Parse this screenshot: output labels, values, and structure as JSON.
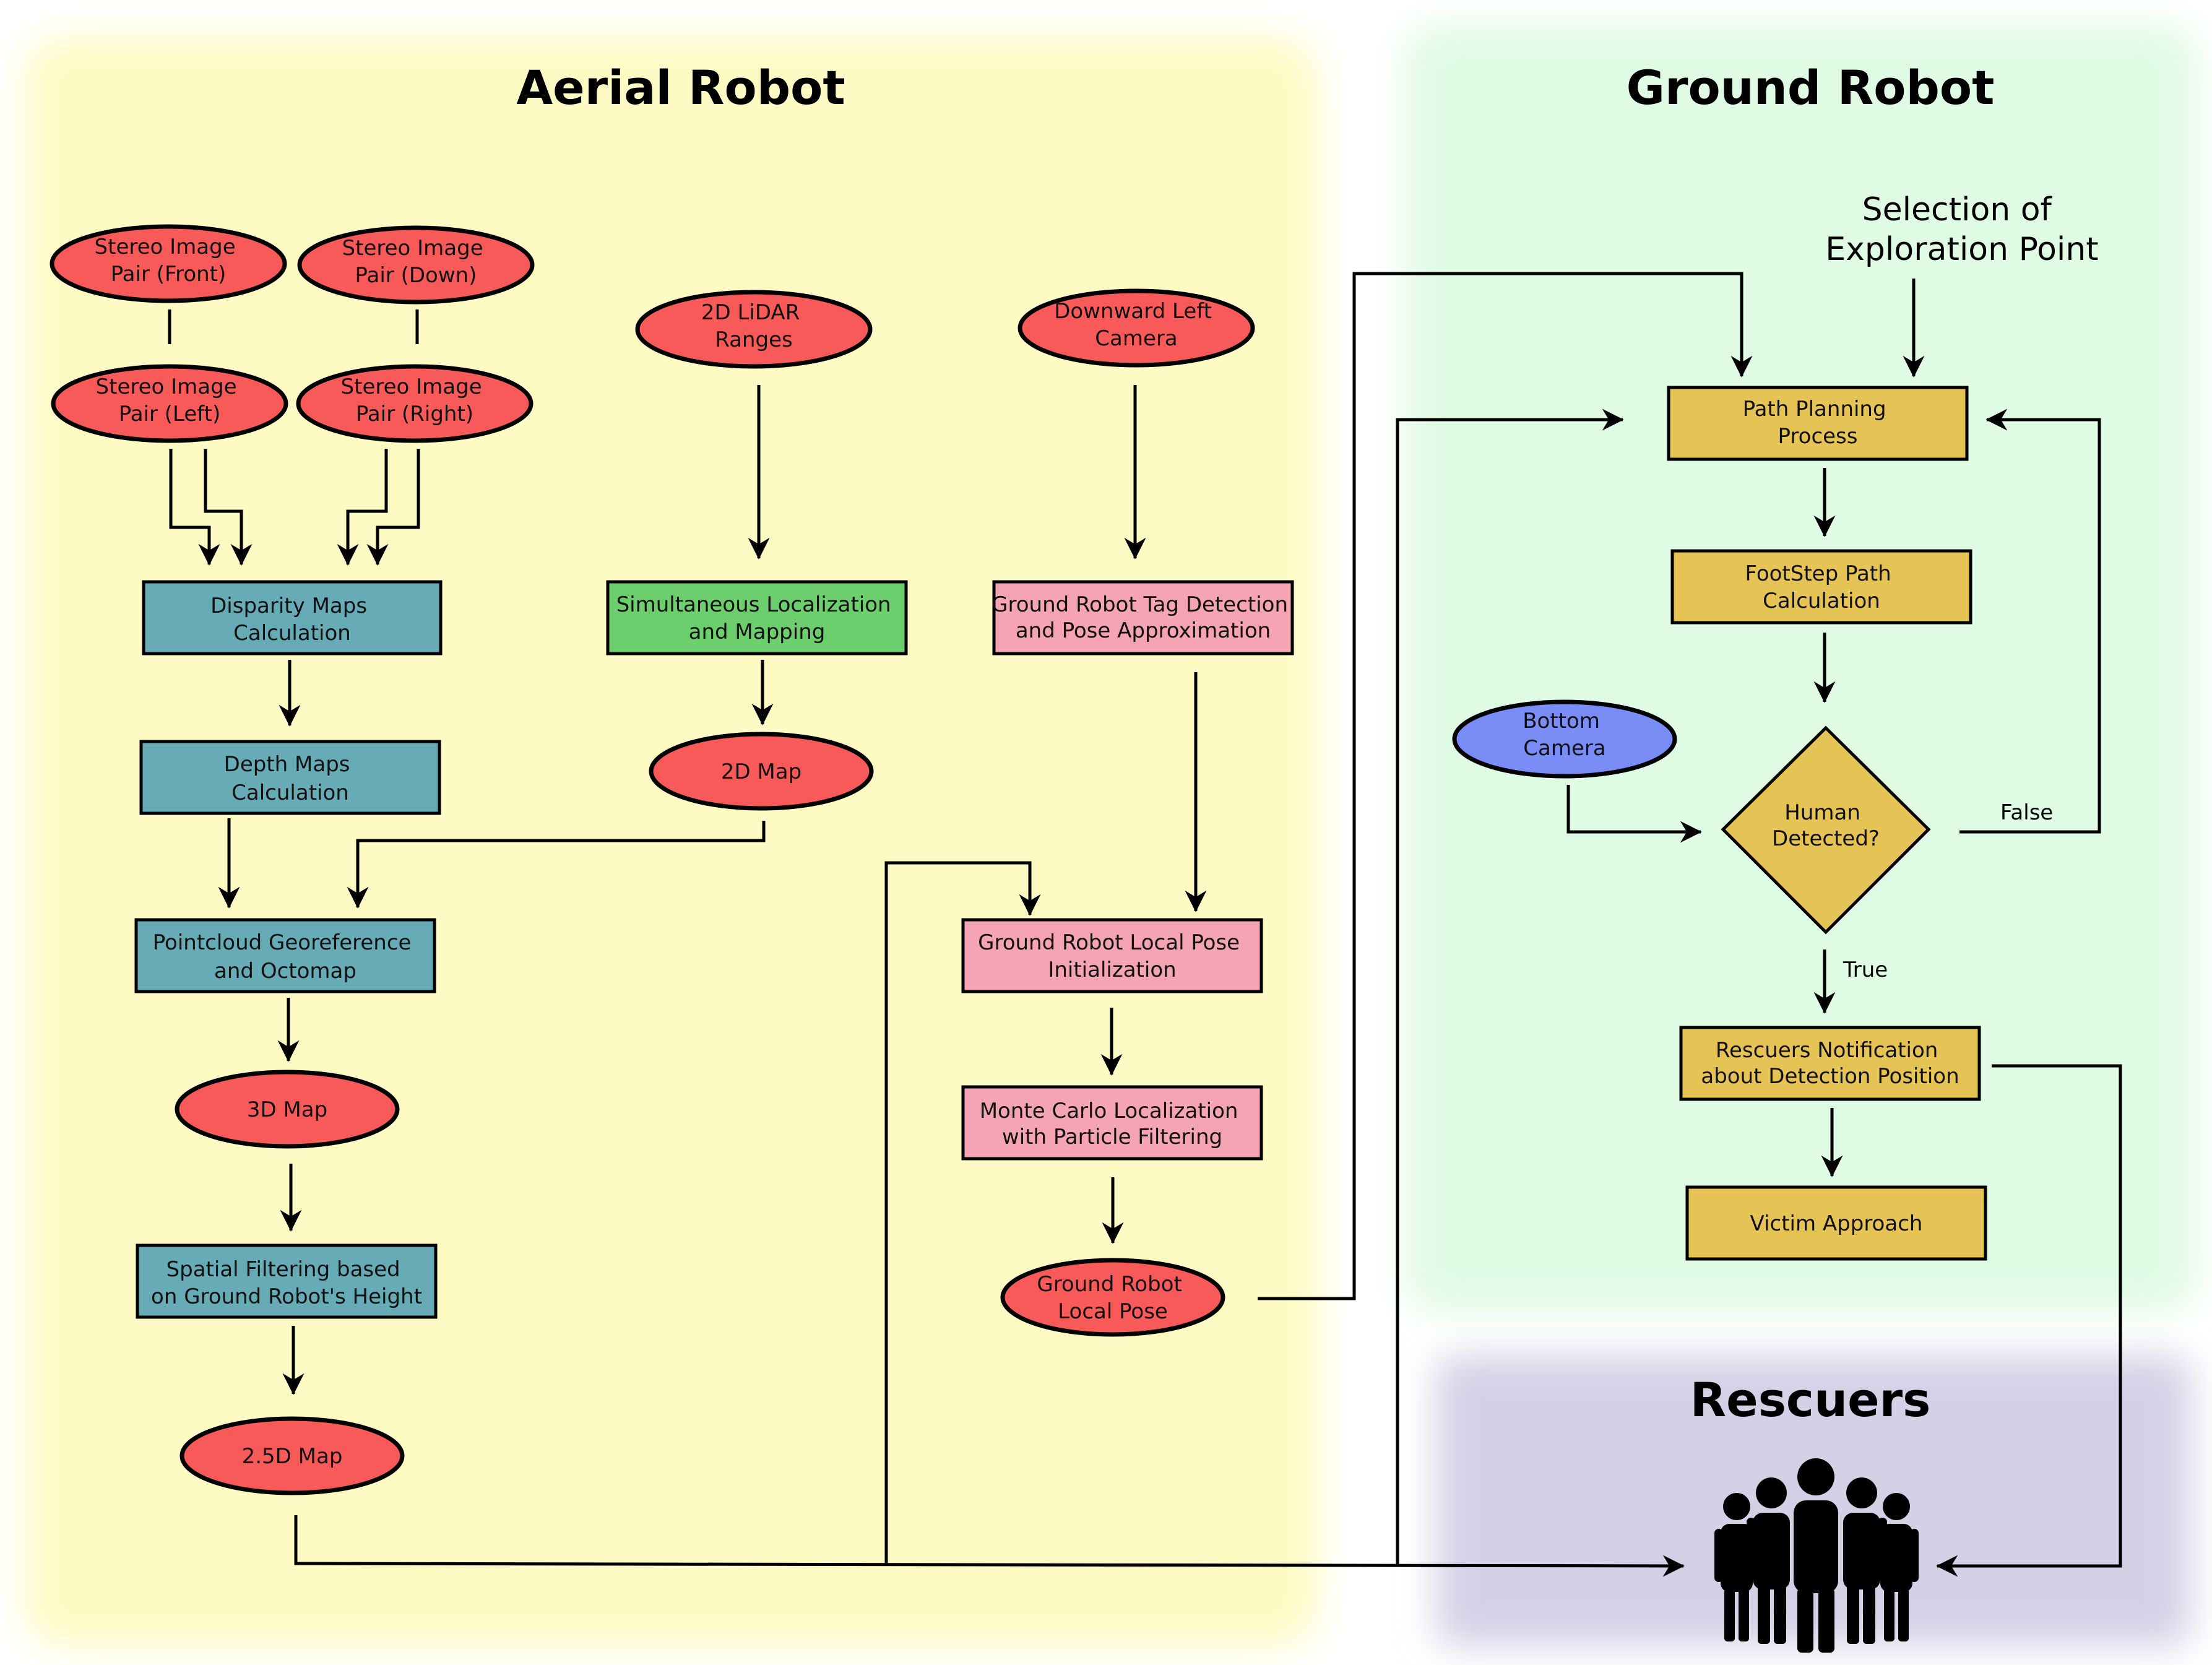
{
  "regions": {
    "aerial": {
      "title": "Aerial Robot"
    },
    "ground": {
      "title": "Ground Robot"
    },
    "rescuers": {
      "title": "Rescuers"
    }
  },
  "colors": {
    "input_ellipse": "#f85a5a",
    "aerial_process": "#66abb5",
    "slam_process": "#6dce6d",
    "ground_pose_process": "#f4a4b3",
    "ground_robot_process": "#e5c355",
    "bottom_camera": "#7a8cf5",
    "aerial_region": "#fdfbc3",
    "ground_region": "#e0fbe4",
    "rescuers_region": "#d3d1e6"
  },
  "nodes": {
    "stereo_front": {
      "lines": [
        "Stereo Image",
        "Pair (Front)"
      ]
    },
    "stereo_down": {
      "lines": [
        "Stereo Image",
        "Pair (Down)"
      ]
    },
    "stereo_left": {
      "lines": [
        "Stereo Image",
        "Pair (Left)"
      ]
    },
    "stereo_right": {
      "lines": [
        "Stereo Image",
        "Pair (Right)"
      ]
    },
    "lidar": {
      "lines": [
        "2D LiDAR",
        "Ranges"
      ]
    },
    "down_left_cam": {
      "lines": [
        "Downward Left",
        "Camera"
      ]
    },
    "disparity": {
      "lines": [
        "Disparity Maps",
        "Calculation"
      ]
    },
    "slam": {
      "lines": [
        "Simultaneous Localization",
        "and Mapping"
      ]
    },
    "tag_detection": {
      "lines": [
        "Ground Robot Tag Detection",
        "and Pose Approximation"
      ]
    },
    "depth": {
      "lines": [
        "Depth Maps",
        "Calculation"
      ]
    },
    "map2d": {
      "lines": [
        "2D Map"
      ]
    },
    "pointcloud": {
      "lines": [
        "Pointcloud Georeference",
        "and Octomap"
      ]
    },
    "local_pose_init": {
      "lines": [
        "Ground Robot Local Pose",
        "Initialization"
      ]
    },
    "map3d": {
      "lines": [
        "3D Map"
      ]
    },
    "monte_carlo": {
      "lines": [
        "Monte Carlo Localization",
        "with Particle Filtering"
      ]
    },
    "spatial_filter": {
      "lines": [
        "Spatial Filtering based",
        "on Ground Robot's Height"
      ]
    },
    "local_pose": {
      "lines": [
        "Ground Robot",
        "Local Pose"
      ]
    },
    "map25d": {
      "lines": [
        "2.5D Map"
      ]
    },
    "path_planning": {
      "lines": [
        "Path Planning",
        "Process"
      ]
    },
    "footstep": {
      "lines": [
        "FootStep Path",
        "Calculation"
      ]
    },
    "bottom_camera": {
      "lines": [
        "Bottom",
        "Camera"
      ]
    },
    "human_detected": {
      "lines": [
        "Human",
        "Detected?"
      ]
    },
    "notification": {
      "lines": [
        "Rescuers Notification",
        "about Detection Position"
      ]
    },
    "victim_approach": {
      "lines": [
        "Victim Approach"
      ]
    }
  },
  "exploration_point": {
    "lines": [
      "Selection of",
      "Exploration Point"
    ]
  },
  "edge_labels": {
    "false_label": "False",
    "true_label": "True"
  },
  "icons": {
    "rescuers_group": "people-group-icon"
  }
}
